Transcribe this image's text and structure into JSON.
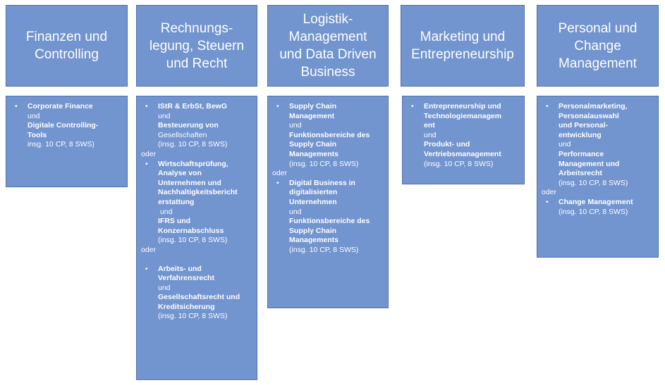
{
  "columns": [
    {
      "header": [
        "Finanzen und",
        "Controlling"
      ],
      "items": [
        {
          "lines": [
            {
              "t": "Corporate Finance",
              "b": true
            },
            {
              "t": "und",
              "b": false
            },
            {
              "t": "Digitale Controlling-",
              "b": true
            },
            {
              "t": "Tools",
              "b": true
            },
            {
              "t": "insg. 10 CP, 8 SWS)",
              "b": false
            }
          ]
        }
      ]
    },
    {
      "header": [
        "Rechnungs-",
        "legung, Steuern",
        "und Recht"
      ],
      "items": [
        {
          "lines": [
            {
              "t": "IStR & ErbSt, BewG",
              "b": true
            },
            {
              "t": "und",
              "b": false
            },
            {
              "t": "Besteuerung von",
              "b": true
            },
            {
              "t": "Gesellschaften",
              "b": false
            },
            {
              "t": "(insg. 10 CP, 8 SWS)",
              "b": false
            }
          ]
        },
        {
          "oder": "oder"
        },
        {
          "lines": [
            {
              "t": "Wirtschaftsprüfung,",
              "b": true
            },
            {
              "t": "Analyse von",
              "b": true
            },
            {
              "t": "Unternehmen und",
              "b": true
            },
            {
              "t": "Nachhaltigkeitsbericht",
              "b": true
            },
            {
              "t": "erstattung",
              "b": true
            },
            {
              "t": " und",
              "b": false
            },
            {
              "t": "IFRS und",
              "b": true
            },
            {
              "t": "Konzernabschluss",
              "b": true
            },
            {
              "t": "(insg. 10 CP, 8 SWS)",
              "b": false
            }
          ]
        },
        {
          "oder": "oder"
        },
        {
          "lines": [
            {
              "t": "Arbeits- und",
              "b": true
            },
            {
              "t": "Verfahrensrecht",
              "b": true
            },
            {
              "t": "und",
              "b": false
            },
            {
              "t": "Gesellschaftsrecht und",
              "b": true
            },
            {
              "t": "Kreditsicherung",
              "b": true
            },
            {
              "t": "(insg. 10 CP, 8 SWS)",
              "b": false
            }
          ],
          "gap_before": true
        }
      ]
    },
    {
      "header": [
        "Logistik-",
        "Management",
        "und Data Driven",
        "Business"
      ],
      "items": [
        {
          "lines": [
            {
              "t": "Supply Chain",
              "b": true
            },
            {
              "t": "Management",
              "b": true
            },
            {
              "t": "und",
              "b": false
            },
            {
              "t": "Funktionsbereiche des",
              "b": true
            },
            {
              "t": "Supply Chain",
              "b": true
            },
            {
              "t": "Managements",
              "b": true
            },
            {
              "t": "(insg. 10 CP, 8 SWS)",
              "b": false
            }
          ]
        },
        {
          "oder": "oder"
        },
        {
          "lines": [
            {
              "t": "Digital Business in",
              "b": true
            },
            {
              "t": "digitalisierten",
              "b": true
            },
            {
              "t": "Unternehmen",
              "b": true
            },
            {
              "t": "und",
              "b": false
            },
            {
              "t": "Funktionsbereiche des",
              "b": true
            },
            {
              "t": "Supply Chain",
              "b": true
            },
            {
              "t": "Managements",
              "b": true
            },
            {
              "t": "(insg. 10 CP, 8 SWS)",
              "b": false
            }
          ]
        }
      ]
    },
    {
      "header": [
        "Marketing und",
        "Entrepreneurship"
      ],
      "items": [
        {
          "lines": [
            {
              "t": "Entrepreneurship und",
              "b": true
            },
            {
              "t": "Technologiemanagem",
              "b": true
            },
            {
              "t": "ent",
              "b": true
            },
            {
              "t": "und",
              "b": false
            },
            {
              "t": "Produkt- und",
              "b": true
            },
            {
              "t": "Vertriebsmanagement",
              "b": true
            },
            {
              "t": "(insg. 10 CP, 8 SWS)",
              "b": false
            }
          ]
        }
      ]
    },
    {
      "header": [
        "Personal und",
        "Change",
        "Management"
      ],
      "items": [
        {
          "lines": [
            {
              "t": "Personalmarketing,",
              "b": true
            },
            {
              "t": "Personalauswahl",
              "b": true
            },
            {
              "t": "und Personal-",
              "b": true
            },
            {
              "t": "entwicklung",
              "b": true
            },
            {
              "t": "und",
              "b": false
            },
            {
              "t": "Performance",
              "b": true
            },
            {
              "t": "Management und",
              "b": true
            },
            {
              "t": "Arbeitsrecht",
              "b": true
            },
            {
              "t": "(insg. 10 CP, 8 SWS)",
              "b": false
            }
          ]
        },
        {
          "oder": "oder"
        },
        {
          "lines": [
            {
              "t": "Change Management",
              "b": true
            },
            {
              "t": "(insg. 10 CP, 8 SWS)",
              "b": false
            }
          ]
        }
      ]
    }
  ]
}
